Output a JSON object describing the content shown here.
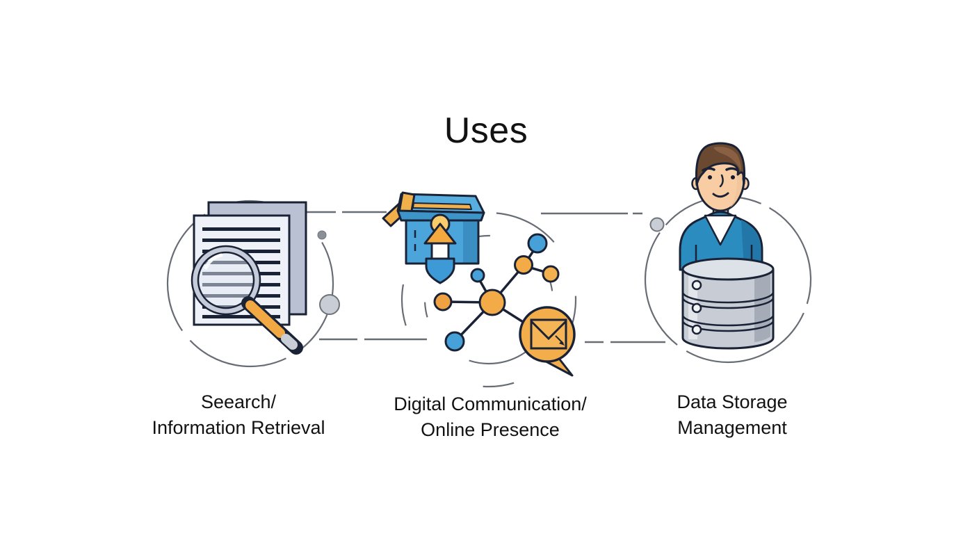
{
  "title": "Uses",
  "items": [
    {
      "name": "search-information-retrieval",
      "icon": "documents-magnifier-icon",
      "label_line1": "Seearch/",
      "label_line2": "Information Retrieval"
    },
    {
      "name": "digital-communication-online-presence",
      "icon": "package-network-message-icon",
      "label_line1": "Digital Communication/",
      "label_line2": "Online Presence"
    },
    {
      "name": "data-storage-management",
      "icon": "person-database-icon",
      "label_line1": "Data Storage",
      "label_line2": "Management"
    }
  ],
  "colors": {
    "background": "#ffffff",
    "text": "#121212",
    "outline_navy": "#1a2236",
    "accent_blue": "#4ba4da",
    "accent_orange": "#f2a843",
    "connector_gray": "#686c74",
    "paper_front": "#eef1f7",
    "paper_back": "#b9c1d3",
    "database_gray": "#c7ccd5",
    "skin": "#f8cda4",
    "hair_brown": "#6b4830"
  }
}
